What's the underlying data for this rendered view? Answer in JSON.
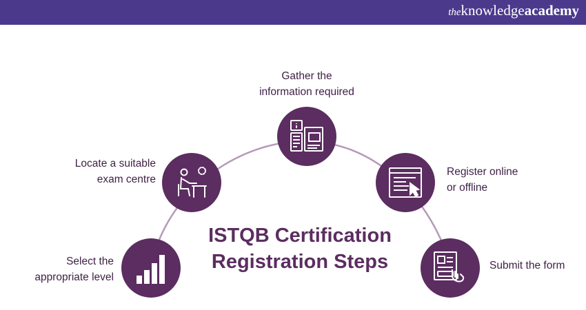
{
  "header": {
    "brand_the": "the",
    "brand_knowledge": "knowledge",
    "brand_academy": "academy"
  },
  "diagram": {
    "title_line1": "ISTQB Certification",
    "title_line2": "Registration Steps",
    "steps": [
      {
        "line1": "Select the",
        "line2": "appropriate level",
        "icon": "bar-chart-icon"
      },
      {
        "line1": "Locate a suitable",
        "line2": "exam centre",
        "icon": "person-at-desk-icon"
      },
      {
        "line1": "Gather the",
        "line2": "information required",
        "icon": "documents-icon"
      },
      {
        "line1": "Register online",
        "line2": "or offline",
        "icon": "browser-cursor-icon"
      },
      {
        "line1": "Submit the form",
        "line2": "",
        "icon": "form-submit-icon"
      }
    ]
  },
  "colors": {
    "header_bg": "#4b3a8c",
    "node_fill": "#5b2d60",
    "arc_stroke": "#b59ab8",
    "text": "#3e1f44"
  }
}
